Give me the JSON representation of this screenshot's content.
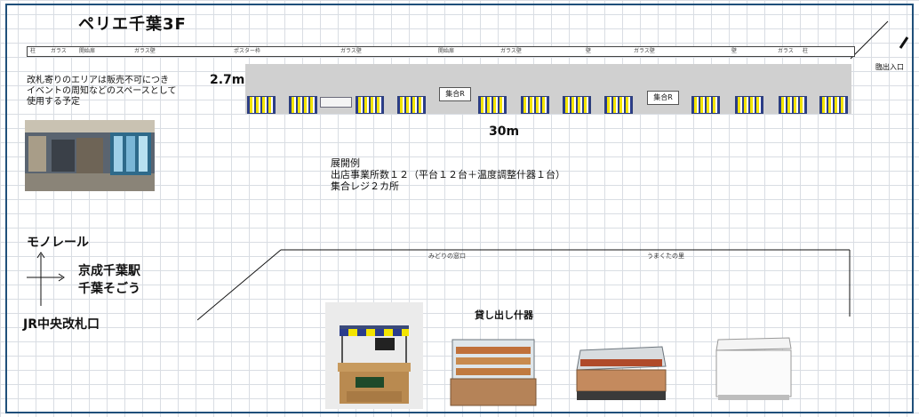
{
  "title": "ペリエ千葉3F",
  "exit_label": "臨出入口",
  "note_lines": [
    "改札寄りのエリアは販売不可につき",
    "イベントの周知などのスペースとして",
    "使用する予定"
  ],
  "dim_height": "2.7m",
  "dim_width": "30m",
  "wall_labels": [
    "柱",
    "ガラス",
    "開始扉",
    "ガラス壁",
    "ポスター枠",
    "ガラス壁",
    "開始扉",
    "ガラス壁",
    "壁",
    "ガラス壁",
    "壁",
    "ガラス",
    "柱"
  ],
  "register_label": "集合R",
  "plan_lines": [
    "展開例",
    "出店事業所数１２（平台１２台＋温度調整什器１台）",
    "集合レジ２カ所"
  ],
  "directions": {
    "north": "モノレール",
    "east_1": "京成千葉駅",
    "east_2": "千葉そごう",
    "south": "JR中央改札口"
  },
  "midori_label": "みどりの窓口",
  "umakuta_label": "うまくたの里",
  "equipment_title": "貸し出し什器",
  "colors": {
    "frame": "#1f4f7a",
    "floor": "#d0d0d0",
    "stall_blue": "#2b3d8c",
    "stall_yellow": "#f3e400"
  }
}
